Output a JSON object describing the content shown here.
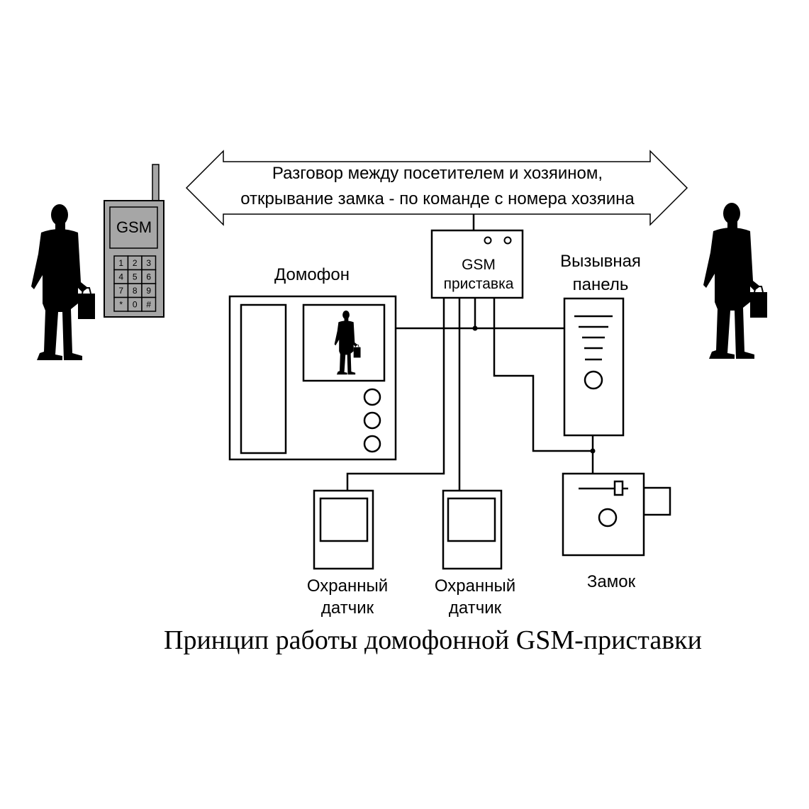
{
  "arrow": {
    "line1": "Разговор между посетителем и хозяином,",
    "line2": "открывание замка - по команде с номера хозяина"
  },
  "phone": {
    "screen_label": "GSM",
    "keys": [
      "1",
      "2",
      "3",
      "4",
      "5",
      "6",
      "7",
      "8",
      "9",
      "*",
      "0",
      "#"
    ]
  },
  "gsm_box": {
    "line1": "GSM",
    "line2": "приставка"
  },
  "intercom": {
    "label": "Домофон"
  },
  "call_panel": {
    "line1": "Вызывная",
    "line2": "панель"
  },
  "sensor1": {
    "line1": "Охранный",
    "line2": "датчик"
  },
  "sensor2": {
    "line1": "Охранный",
    "line2": "датчик"
  },
  "lock": {
    "label": "Замок"
  },
  "caption": "Принцип работы домофонной GSM-приставки",
  "icons": [
    "person-left-icon",
    "person-right-icon",
    "person-small-icon",
    "mobile-phone-icon"
  ],
  "colors": {
    "ink": "#000000",
    "phone_fill": "#a6a6a6",
    "background": "#ffffff"
  }
}
